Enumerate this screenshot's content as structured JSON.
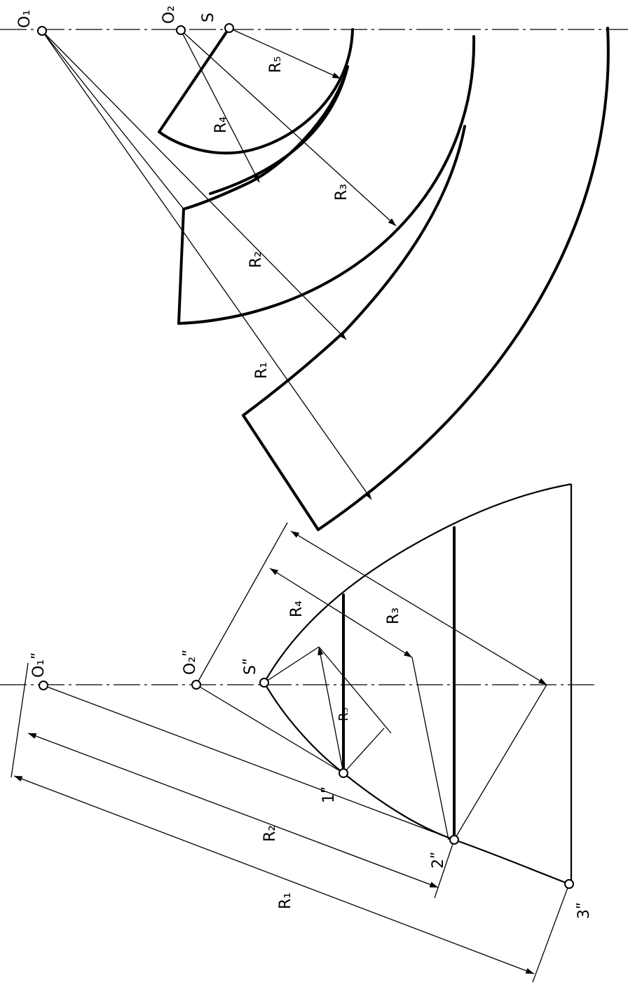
{
  "labels": {
    "o1": "O₁",
    "o2": "O₂",
    "s": "S",
    "r1": "R₁",
    "r2": "R₂",
    "r3": "R₃",
    "r4": "R₄",
    "r5": "R₅",
    "o1pp": "O₁ʺ",
    "o2pp": "O₂ʺ",
    "spp": "Sʺ",
    "p1": "1ʺ",
    "p2": "2ʺ",
    "p3": "3ʺ",
    "r1b": "R₁",
    "r2b": "R₂",
    "r3b": "R₃",
    "r4b": "R₄",
    "r5b": "R₅"
  }
}
